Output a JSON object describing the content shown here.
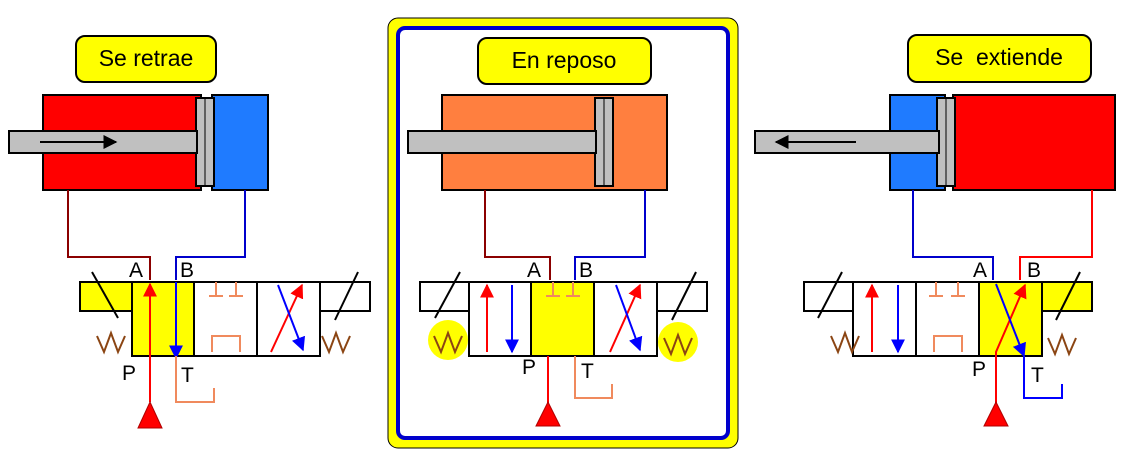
{
  "panels": [
    {
      "title": "Se retrae",
      "port_a": "A",
      "port_b": "B",
      "port_p": "P",
      "port_t": "T",
      "active_position": "left",
      "piston_direction": "retract"
    },
    {
      "title": "En reposo",
      "port_a": "A",
      "port_b": "B",
      "port_p": "P",
      "port_t": "T",
      "active_position": "center",
      "piston_direction": "rest"
    },
    {
      "title": "Se  extiende",
      "port_a": "A",
      "port_b": "B",
      "port_p": "P",
      "port_t": "T",
      "active_position": "right",
      "piston_direction": "extend"
    }
  ],
  "colors": {
    "pressure": "#ff0000",
    "return": "#1f7bff",
    "rest": "#ff7f3f",
    "highlight": "#ffff00",
    "frame_blue": "#0000cc",
    "line_A": "#8b0000",
    "line_B": "#0000cc",
    "tank": "#f08a5d",
    "spring": "#8b4513",
    "rod": "#c0c0c0"
  }
}
